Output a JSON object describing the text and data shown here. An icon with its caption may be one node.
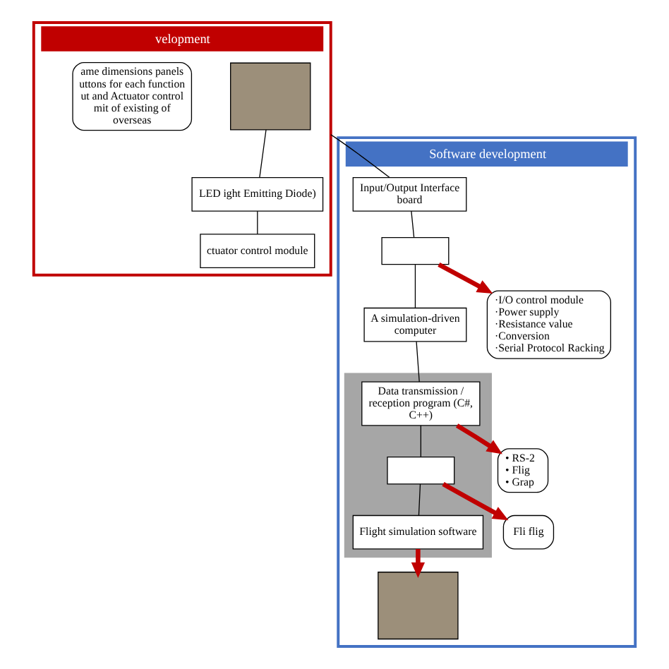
{
  "diagram": {
    "nodes": [
      {
        "text": [
          "velopment"
        ]
      },
      {
        "text": [],
        "shape": "box",
        "in": 0
      },
      {
        "text": [
          "LED ight Emitting Diode)"
        ],
        "in": 0
      },
      {
        "text": [
          "ctuator control module"
        ],
        "in": 0
      },
      {
        "text": [
          "ame dimensions panels uttons for each function ut and Actuator control mit of existing of overseas"
        ],
        "in": 0
      },
      {
        "text": [
          "Software development"
        ]
      },
      {
        "text": [
          "A simulation-driven computer"
        ],
        "in": 5
      },
      {
        "text": [
          "Input/Output Interface board"
        ],
        "in": 5
      },
      {
        "text": [],
        "shape": "box",
        "in": 5
      },
      {
        "text": [
          "·I/O control module",
          "·Power supply",
          "·Resistance value",
          "·Conversion",
          "·Serial Protocol Racking"
        ],
        "in": 5
      },
      {
        "text": [],
        "shape": "bar",
        "in": 5
      },
      {
        "text": [
          "Data transmission / reception program (C#, C++)"
        ],
        "in": 10
      },
      {
        "text": [],
        "shape": "box",
        "in": 10
      },
      {
        "text": [
          "Flight simulation software"
        ],
        "in": 10
      },
      {
        "text": [
          "• RS-2",
          "• Flig",
          "• Grap"
        ],
        "in": 5
      },
      {
        "text": [
          "Fli flig"
        ],
        "in": 5
      },
      {
        "text": [],
        "shape": "box",
        "in": 5
      }
    ],
    "edges": [
      {
        "from": 1,
        "to": 2,
        "arrow": "none"
      },
      {
        "from": 2,
        "to": 3,
        "arrow": "none"
      },
      {
        "from": 0,
        "to": 7,
        "arrow": "none"
      },
      {
        "from": 7,
        "to": 8,
        "arrow": "none"
      },
      {
        "from": 8,
        "to": 6,
        "arrow": "none"
      },
      {
        "from": 6,
        "to": 11,
        "arrow": "none"
      },
      {
        "from": 11,
        "to": 12,
        "arrow": "none"
      },
      {
        "from": 12,
        "to": 13,
        "arrow": "none"
      },
      {
        "from": 8,
        "to": 9,
        "arrow": "to",
        "style": "thick",
        "color": "#c00000"
      },
      {
        "from": 11,
        "to": 14,
        "arrow": "to",
        "style": "thick",
        "color": "#c00000"
      },
      {
        "from": 12,
        "to": 15,
        "arrow": "to",
        "style": "thick",
        "color": "#c00000"
      },
      {
        "from": 13,
        "to": 16,
        "arrow": "to",
        "style": "thick",
        "color": "#c00000"
      }
    ]
  }
}
